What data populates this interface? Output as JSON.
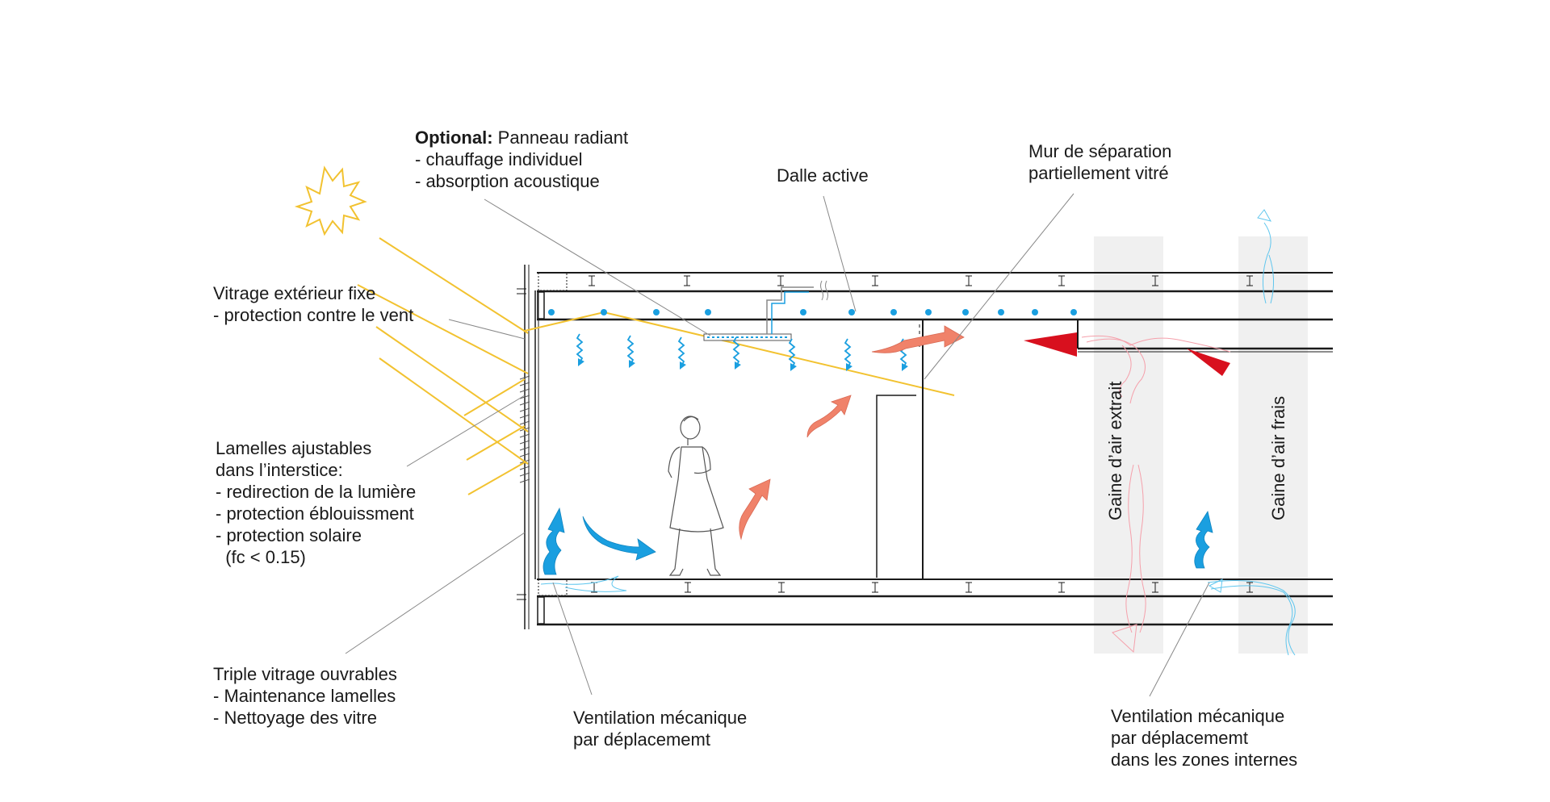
{
  "labels": {
    "optional_panel": {
      "bold": "Optional:",
      "title": "Panneau radiant",
      "lines": [
        "- chauffage individuel",
        "- absorption acoustique"
      ]
    },
    "dalle_active": "Dalle active",
    "mur_separation": [
      "Mur de séparation",
      "partiellement vitré"
    ],
    "vitrage_exterieur": [
      "Vitrage extérieur fixe",
      "- protection contre le vent"
    ],
    "lamelles": [
      "Lamelles ajustables",
      "dans l’interstice:",
      "- redirection de la lumière",
      "- protection éblouissment",
      "- protection solaire",
      "  (fc < 0.15)"
    ],
    "triple_vitrage": [
      "Triple vitrage ouvrables",
      "- Maintenance lamelles",
      "- Nettoyage des vitre"
    ],
    "ventilation_1": [
      "Ventilation mécanique",
      "par déplacememt"
    ],
    "ventilation_2": [
      "Ventilation mécanique",
      "par déplacememt",
      "dans les zones internes"
    ],
    "gaine_extrait": "Gaine d’air extrait",
    "gaine_frais": "Gaine d’air frais"
  },
  "colors": {
    "sun": "#f2c230",
    "cooling": "#1a9fe0",
    "warm_air": "#f0826a",
    "exhaust": "#d8101e",
    "fresh_air": "#5fc6ee",
    "extract_line": "#f5a0ab",
    "shaft": "#f0f0f0",
    "structure": "#1a1a1a",
    "leader": "#888888"
  }
}
